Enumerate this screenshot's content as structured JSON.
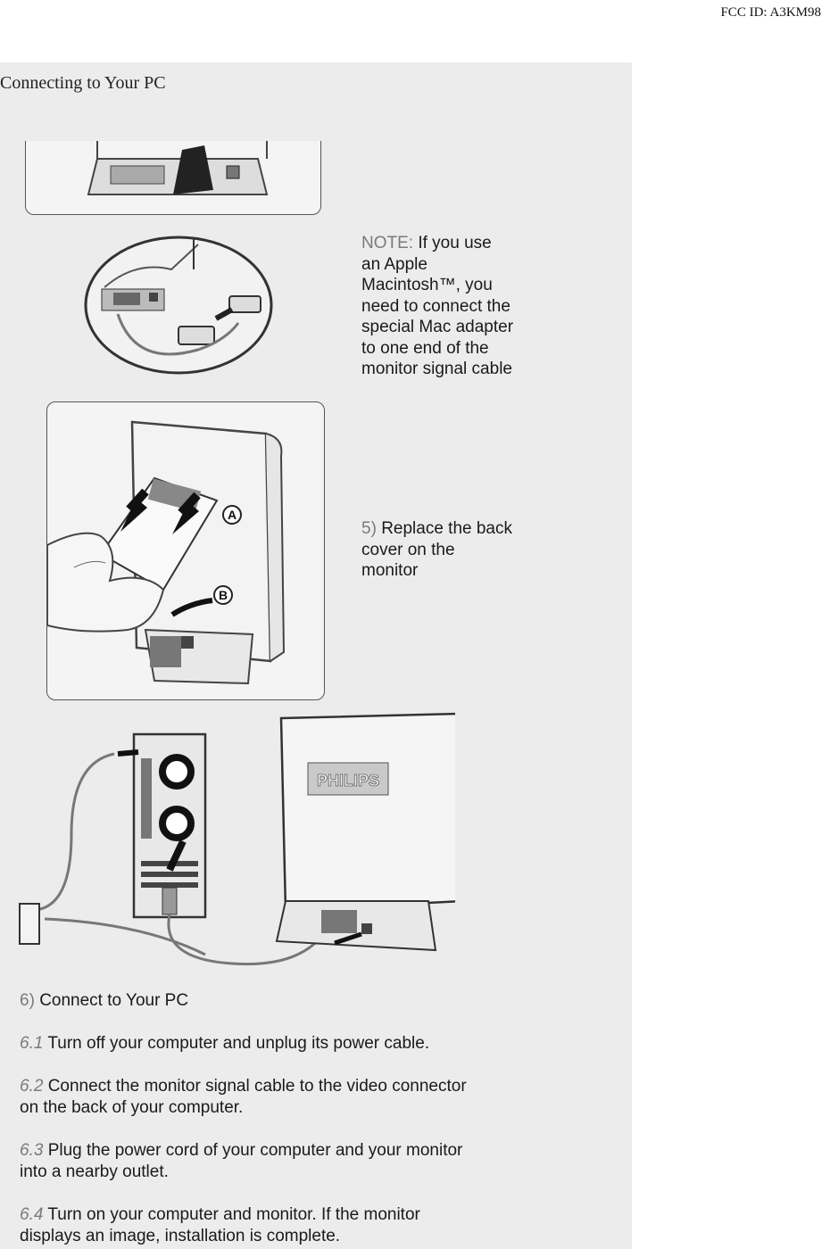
{
  "page": {
    "fcc_id": "FCC ID: A3KM98",
    "section_title": "Connecting to Your PC"
  },
  "note": {
    "lead": "NOTE:",
    "lines": [
      "If you use",
      "an Apple",
      "Macintosh™, you",
      "need to connect the",
      "special Mac adapter",
      "to one end of the",
      "monitor signal cable"
    ]
  },
  "step5": {
    "num": "5)",
    "lines": [
      "Replace the back",
      "cover on the",
      "monitor"
    ],
    "callouts": [
      "A",
      "B"
    ]
  },
  "illustration": {
    "brand_text": "PHILIPS"
  },
  "step6": {
    "num": "6)",
    "title": "Connect to Your PC",
    "substeps": [
      {
        "num": "6.1",
        "lines": [
          "Turn off your computer and unplug its power cable."
        ]
      },
      {
        "num": "6.2",
        "lines": [
          "Connect the monitor signal cable to the video connector",
          "on the back of your computer."
        ]
      },
      {
        "num": "6.3",
        "lines": [
          "Plug the power cord of your computer and your monitor",
          "into a nearby outlet."
        ]
      },
      {
        "num": "6.4",
        "lines": [
          "Turn on your computer and monitor. If the monitor",
          "displays an image, installation is complete."
        ]
      }
    ]
  }
}
